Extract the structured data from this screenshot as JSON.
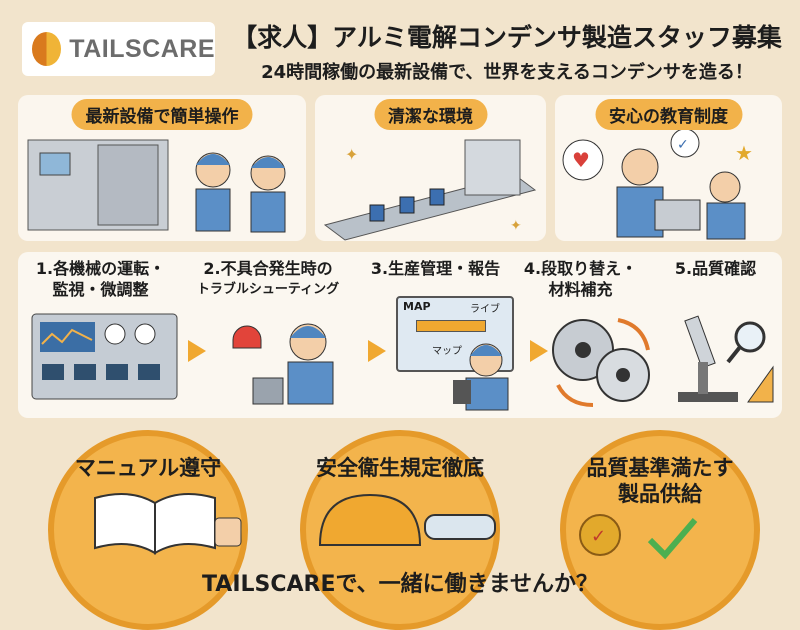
{
  "brand": {
    "logo_text": "TAILSCARE"
  },
  "header": {
    "title": "【求人】アルミ電解コンデンサ製造スタッフ募集",
    "subtitle": "24時間稼働の最新設備で、世界を支えるコンデンサを造る！"
  },
  "features": [
    {
      "label": "最新設備で簡単操作"
    },
    {
      "label": "清潔な環境"
    },
    {
      "label": "安心の教育制度"
    }
  ],
  "steps": [
    {
      "line1": "1.各機械の運転・",
      "line2": "監視・微調整"
    },
    {
      "line1": "2.不具合発生時の",
      "line2": "トラブルシューティング"
    },
    {
      "line1": "3.生産管理・報告",
      "line2": ""
    },
    {
      "line1": "4.段取り替え・",
      "line2": "材料補充"
    },
    {
      "line1": "5.品質確認",
      "line2": ""
    }
  ],
  "map_illustration": {
    "title": "MAP",
    "label1": "ライブ",
    "label2": "マップ"
  },
  "values": [
    {
      "line1": "マニュアル遵守",
      "line2": ""
    },
    {
      "line1": "安全衛生規定徹底",
      "line2": ""
    },
    {
      "line1": "品質基準満たす",
      "line2": "製品供給"
    }
  ],
  "footer": {
    "text": "TAILSCAREで、一緒に働きませんか？"
  },
  "colors": {
    "background": "#f2e4cc",
    "accent": "#f2b24a",
    "arrow": "#f0a830",
    "worker": "#5b8fc7"
  }
}
